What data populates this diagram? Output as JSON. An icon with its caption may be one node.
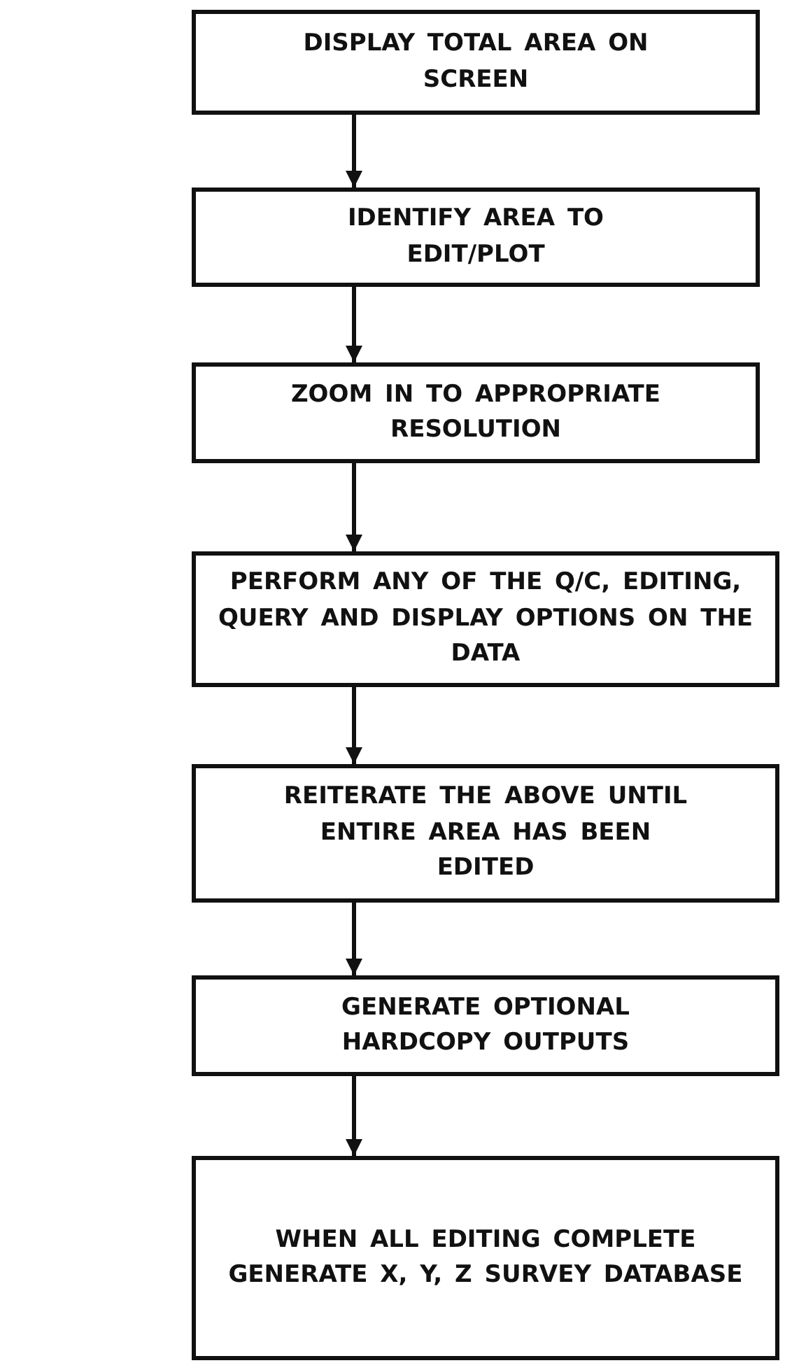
{
  "diagram": {
    "nodes": [
      {
        "text": [
          "DISPLAY TOTAL AREA ON SCREEN"
        ]
      },
      {
        "text": [
          "IDENTIFY AREA TO EDIT/PLOT"
        ]
      },
      {
        "text": [
          "ZOOM IN TO APPROPRIATE RESOLUTION"
        ]
      },
      {
        "text": [
          "PERFORM ANY OF THE Q/C, EDITING, QUERY AND DISPLAY OPTIONS ON THE DATA"
        ]
      },
      {
        "text": [
          "REITERATE THE ABOVE UNTIL ENTIRE AREA HAS BEEN EDITED"
        ]
      },
      {
        "text": [
          "GENERATE OPTIONAL HARDCOPY OUTPUTS"
        ]
      },
      {
        "text": [
          "WHEN ALL EDITING COMPLETE GENERATE X, Y, Z SURVEY DATABASE"
        ]
      }
    ],
    "edges": [
      {
        "from": 0,
        "to": 1,
        "arrow": "to"
      },
      {
        "from": 1,
        "to": 2,
        "arrow": "to"
      },
      {
        "from": 2,
        "to": 3,
        "arrow": "to"
      },
      {
        "from": 3,
        "to": 4,
        "arrow": "to"
      },
      {
        "from": 4,
        "to": 5,
        "arrow": "to"
      },
      {
        "from": 5,
        "to": 6,
        "arrow": "to"
      }
    ]
  }
}
